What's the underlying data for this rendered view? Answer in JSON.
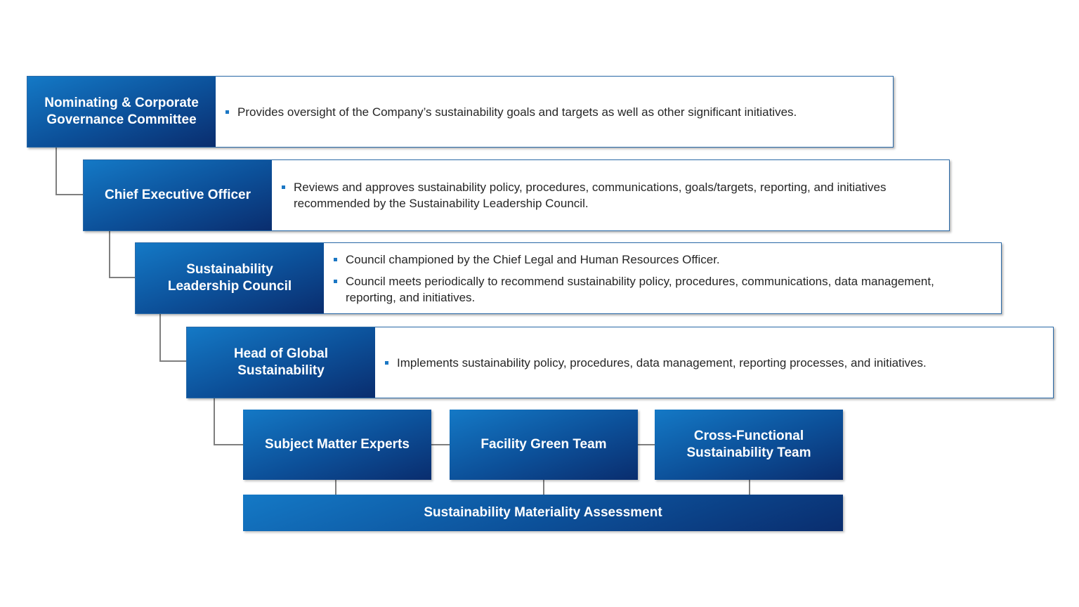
{
  "rows": [
    {
      "title": "Nominating & Corporate Governance Committee",
      "bullets": [
        "Provides oversight of the Company’s sustainability goals and targets as well as other significant initiatives."
      ]
    },
    {
      "title": "Chief Executive Officer",
      "bullets": [
        "Reviews and approves sustainability policy, procedures, communications, goals/targets, reporting, and initiatives recommended by the Sustainability Leadership Council."
      ]
    },
    {
      "title": "Sustainability Leadership Council",
      "bullets": [
        "Council championed by the Chief Legal and Human Resources Officer.",
        "Council meets periodically to recommend sustainability policy, procedures, communications, data management, reporting, and initiatives."
      ]
    },
    {
      "title": "Head of Global Sustainability",
      "bullets": [
        "Implements sustainability policy, procedures, data management, reporting processes, and initiatives."
      ]
    }
  ],
  "teams": [
    "Subject Matter Experts",
    "Facility Green Team",
    "Cross-Functional Sustainability Team"
  ],
  "assessment": "Sustainability Materiality Assessment",
  "colors": {
    "accent_dark": "#0a2d6e",
    "accent_light": "#1479c6",
    "connector": "#7f7f7f"
  }
}
